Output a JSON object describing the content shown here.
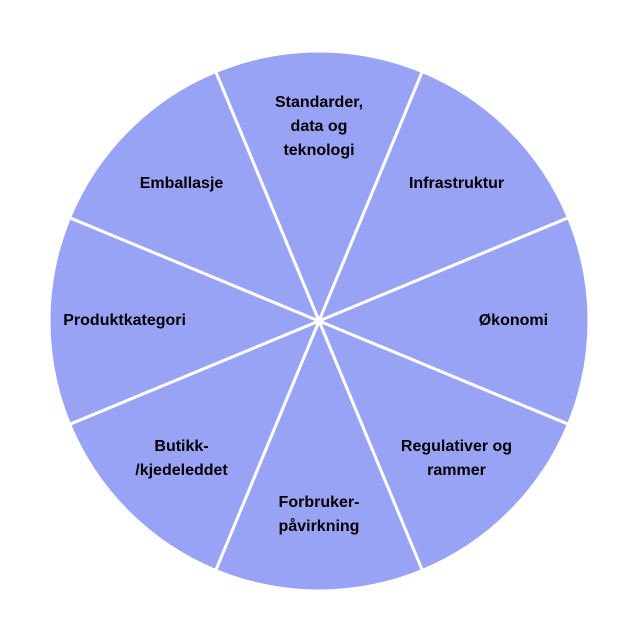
{
  "diagram": {
    "segment_fill": "#99A3F5",
    "divider_color": "#ffffff",
    "segments": [
      {
        "name": "segment-standarder",
        "lines": [
          "Standarder,",
          "data og",
          "teknologi"
        ]
      },
      {
        "name": "segment-infrastruktur",
        "lines": [
          "Infrastruktur"
        ]
      },
      {
        "name": "segment-okonomi",
        "lines": [
          "Økonomi"
        ]
      },
      {
        "name": "segment-regulativer",
        "lines": [
          "Regulativer og",
          "rammer"
        ]
      },
      {
        "name": "segment-forbruker",
        "lines": [
          "Forbruker-",
          "påvirkning"
        ]
      },
      {
        "name": "segment-butikk",
        "lines": [
          "Butikk-",
          "/kjedeleddet"
        ]
      },
      {
        "name": "segment-produktkategori",
        "lines": [
          "Produktkategori"
        ]
      },
      {
        "name": "segment-emballasje",
        "lines": [
          "Emballasje"
        ]
      }
    ]
  }
}
